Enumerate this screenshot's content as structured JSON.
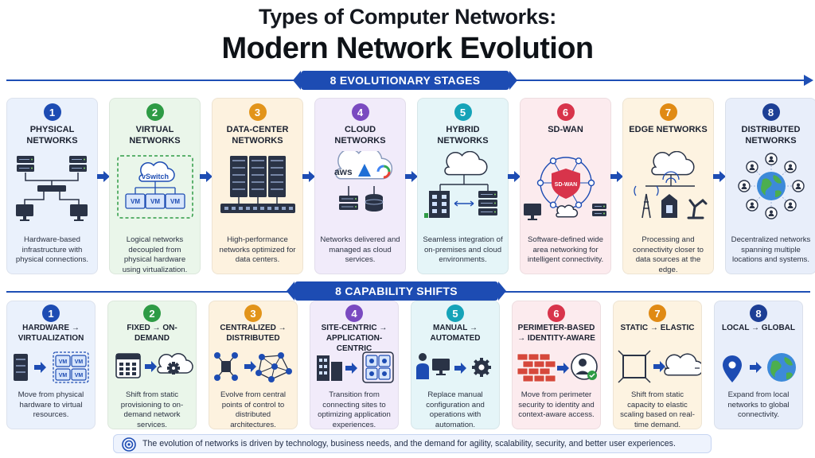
{
  "title_line1": "Types of Computer Networks:",
  "title_line2": "Modern Network Evolution",
  "stages_label": "8 EVOLUTIONARY STAGES",
  "shifts_label": "8 CAPABILITY SHIFTS",
  "stages": [
    {
      "num": "1",
      "title": "Physical Networks",
      "desc": "Hardware-based infrastructure with physical connections.",
      "color": "#1d4cb3",
      "bg": "#eaf1fc",
      "icon": "physical-network-icon"
    },
    {
      "num": "2",
      "title": "Virtual Networks",
      "desc": "Logical networks decoupled from physical hardware using virtualization.",
      "color": "#2e9b45",
      "bg": "#eaf6ea",
      "icon": "virtual-switch-icon",
      "labels": {
        "switch": "vSwitch",
        "vm": "VM"
      }
    },
    {
      "num": "3",
      "title": "Data-Center Networks",
      "desc": "High-performance networks optimized for data centers.",
      "color": "#e2941a",
      "bg": "#fdf2df",
      "icon": "server-rack-icon"
    },
    {
      "num": "4",
      "title": "Cloud Networks",
      "desc": "Networks delivered and managed as cloud services.",
      "color": "#7a4ac0",
      "bg": "#f1ebfa",
      "icon": "cloud-providers-icon",
      "labels": {
        "aws": "aws"
      }
    },
    {
      "num": "5",
      "title": "Hybrid Networks",
      "desc": "Seamless integration of on-premises and cloud environments.",
      "color": "#15a3b8",
      "bg": "#e5f5f8",
      "icon": "hybrid-cloud-icon"
    },
    {
      "num": "6",
      "title": "SD-WAN",
      "desc": "Software-defined wide area networking for intelligent connectivity.",
      "color": "#d8344b",
      "bg": "#fcebee",
      "icon": "sdwan-shield-icon",
      "labels": {
        "shield": "SD-WAN"
      }
    },
    {
      "num": "7",
      "title": "Edge Networks",
      "desc": "Processing and connectivity closer to data sources at the edge.",
      "color": "#e08a14",
      "bg": "#fdf3e1",
      "icon": "edge-computing-icon"
    },
    {
      "num": "8",
      "title": "Distributed Networks",
      "desc": "Decentralized networks spanning multiple locations and systems.",
      "color": "#1d3f95",
      "bg": "#e8eefa",
      "icon": "globe-network-icon"
    }
  ],
  "shifts": [
    {
      "num": "1",
      "title": "Hardware → Virtualization",
      "desc": "Move from physical hardware to virtual resources.",
      "color": "#1d4cb3",
      "bg": "#eaf1fc",
      "icon": "server-to-vm-icon",
      "labels": {
        "vm": "VM"
      }
    },
    {
      "num": "2",
      "title": "Fixed → On-Demand",
      "desc": "Shift from static provisioning to on-demand network services.",
      "color": "#2e9b45",
      "bg": "#eaf6ea",
      "icon": "calendar-to-cloud-icon"
    },
    {
      "num": "3",
      "title": "Centralized → Distributed",
      "desc": "Evolve from central points of control to distributed architectures.",
      "color": "#e2941a",
      "bg": "#fdf2df",
      "icon": "hub-to-mesh-icon"
    },
    {
      "num": "4",
      "title": "Site-Centric → Application-Centric",
      "desc": "Transition from connecting sites to optimizing application experiences.",
      "color": "#7a4ac0",
      "bg": "#f1ebfa",
      "icon": "building-to-apps-icon"
    },
    {
      "num": "5",
      "title": "Manual → Automated",
      "desc": "Replace manual configuration and operations with automation.",
      "color": "#15a3b8",
      "bg": "#e5f5f8",
      "icon": "person-to-gear-icon"
    },
    {
      "num": "6",
      "title": "Perimeter-Based → Identity-Aware",
      "desc": "Move from perimeter security to identity and context-aware access.",
      "color": "#d8344b",
      "bg": "#fcebee",
      "icon": "firewall-to-identity-icon"
    },
    {
      "num": "7",
      "title": "Static → Elastic",
      "desc": "Shift from static capacity to elastic scaling based on real-time demand.",
      "color": "#e08a14",
      "bg": "#fdf3e1",
      "icon": "box-to-elastic-cloud-icon"
    },
    {
      "num": "8",
      "title": "Local → Global",
      "desc": "Expand from local networks to global connectivity.",
      "color": "#1d3f95",
      "bg": "#e8eefa",
      "icon": "pin-to-globe-icon"
    }
  ],
  "footer_text": "The evolution of networks is driven by technology, business needs, and the demand for agility, scalability, security, and better user experiences.",
  "colors": {
    "accent": "#1d4cb3",
    "arrow": "#1d4cb3"
  }
}
